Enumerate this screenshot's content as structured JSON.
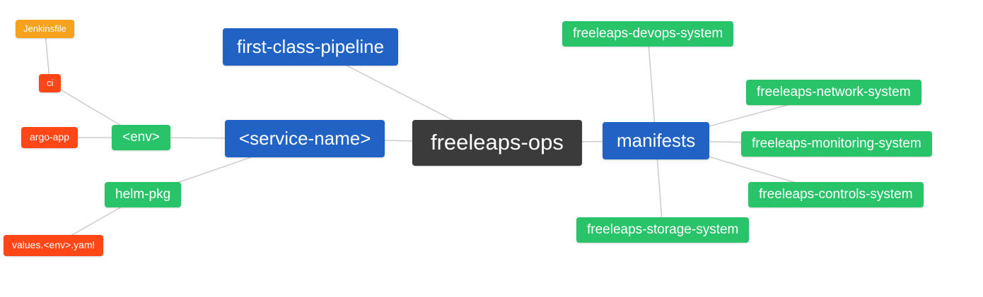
{
  "diagram": {
    "nodes": [
      {
        "id": "jenkinsfile",
        "label": "Jenkinsfile"
      },
      {
        "id": "ci",
        "label": "ci"
      },
      {
        "id": "argo-app",
        "label": "argo-app"
      },
      {
        "id": "env",
        "label": "<env>"
      },
      {
        "id": "helm-pkg",
        "label": "helm-pkg"
      },
      {
        "id": "values-env-yaml",
        "label": "values.<env>.yaml"
      },
      {
        "id": "first-class-pipeline",
        "label": "first-class-pipeline"
      },
      {
        "id": "service-name",
        "label": "<service-name>"
      },
      {
        "id": "freeleaps-ops",
        "label": "freeleaps-ops"
      },
      {
        "id": "manifests",
        "label": "manifests"
      },
      {
        "id": "devops-system",
        "label": "freeleaps-devops-system"
      },
      {
        "id": "network-system",
        "label": "freeleaps-network-system"
      },
      {
        "id": "monitoring-system",
        "label": "freeleaps-monitoring-system"
      },
      {
        "id": "controls-system",
        "label": "freeleaps-controls-system"
      },
      {
        "id": "storage-system",
        "label": "freeleaps-storage-system"
      }
    ],
    "edges": [
      [
        "jenkinsfile",
        "ci"
      ],
      [
        "ci",
        "env"
      ],
      [
        "argo-app",
        "env"
      ],
      [
        "env",
        "service-name"
      ],
      [
        "helm-pkg",
        "service-name"
      ],
      [
        "values-env-yaml",
        "helm-pkg"
      ],
      [
        "first-class-pipeline",
        "freeleaps-ops"
      ],
      [
        "service-name",
        "freeleaps-ops"
      ],
      [
        "freeleaps-ops",
        "manifests"
      ],
      [
        "manifests",
        "devops-system"
      ],
      [
        "manifests",
        "network-system"
      ],
      [
        "manifests",
        "monitoring-system"
      ],
      [
        "manifests",
        "controls-system"
      ],
      [
        "manifests",
        "storage-system"
      ]
    ],
    "colors": {
      "root": "#3b3b3b",
      "blue": "#2063c4",
      "green": "#29c36a",
      "red": "#fe4617",
      "orange": "#f6a21d",
      "edge_line": "#cccccc",
      "text": "#ffffff"
    }
  }
}
